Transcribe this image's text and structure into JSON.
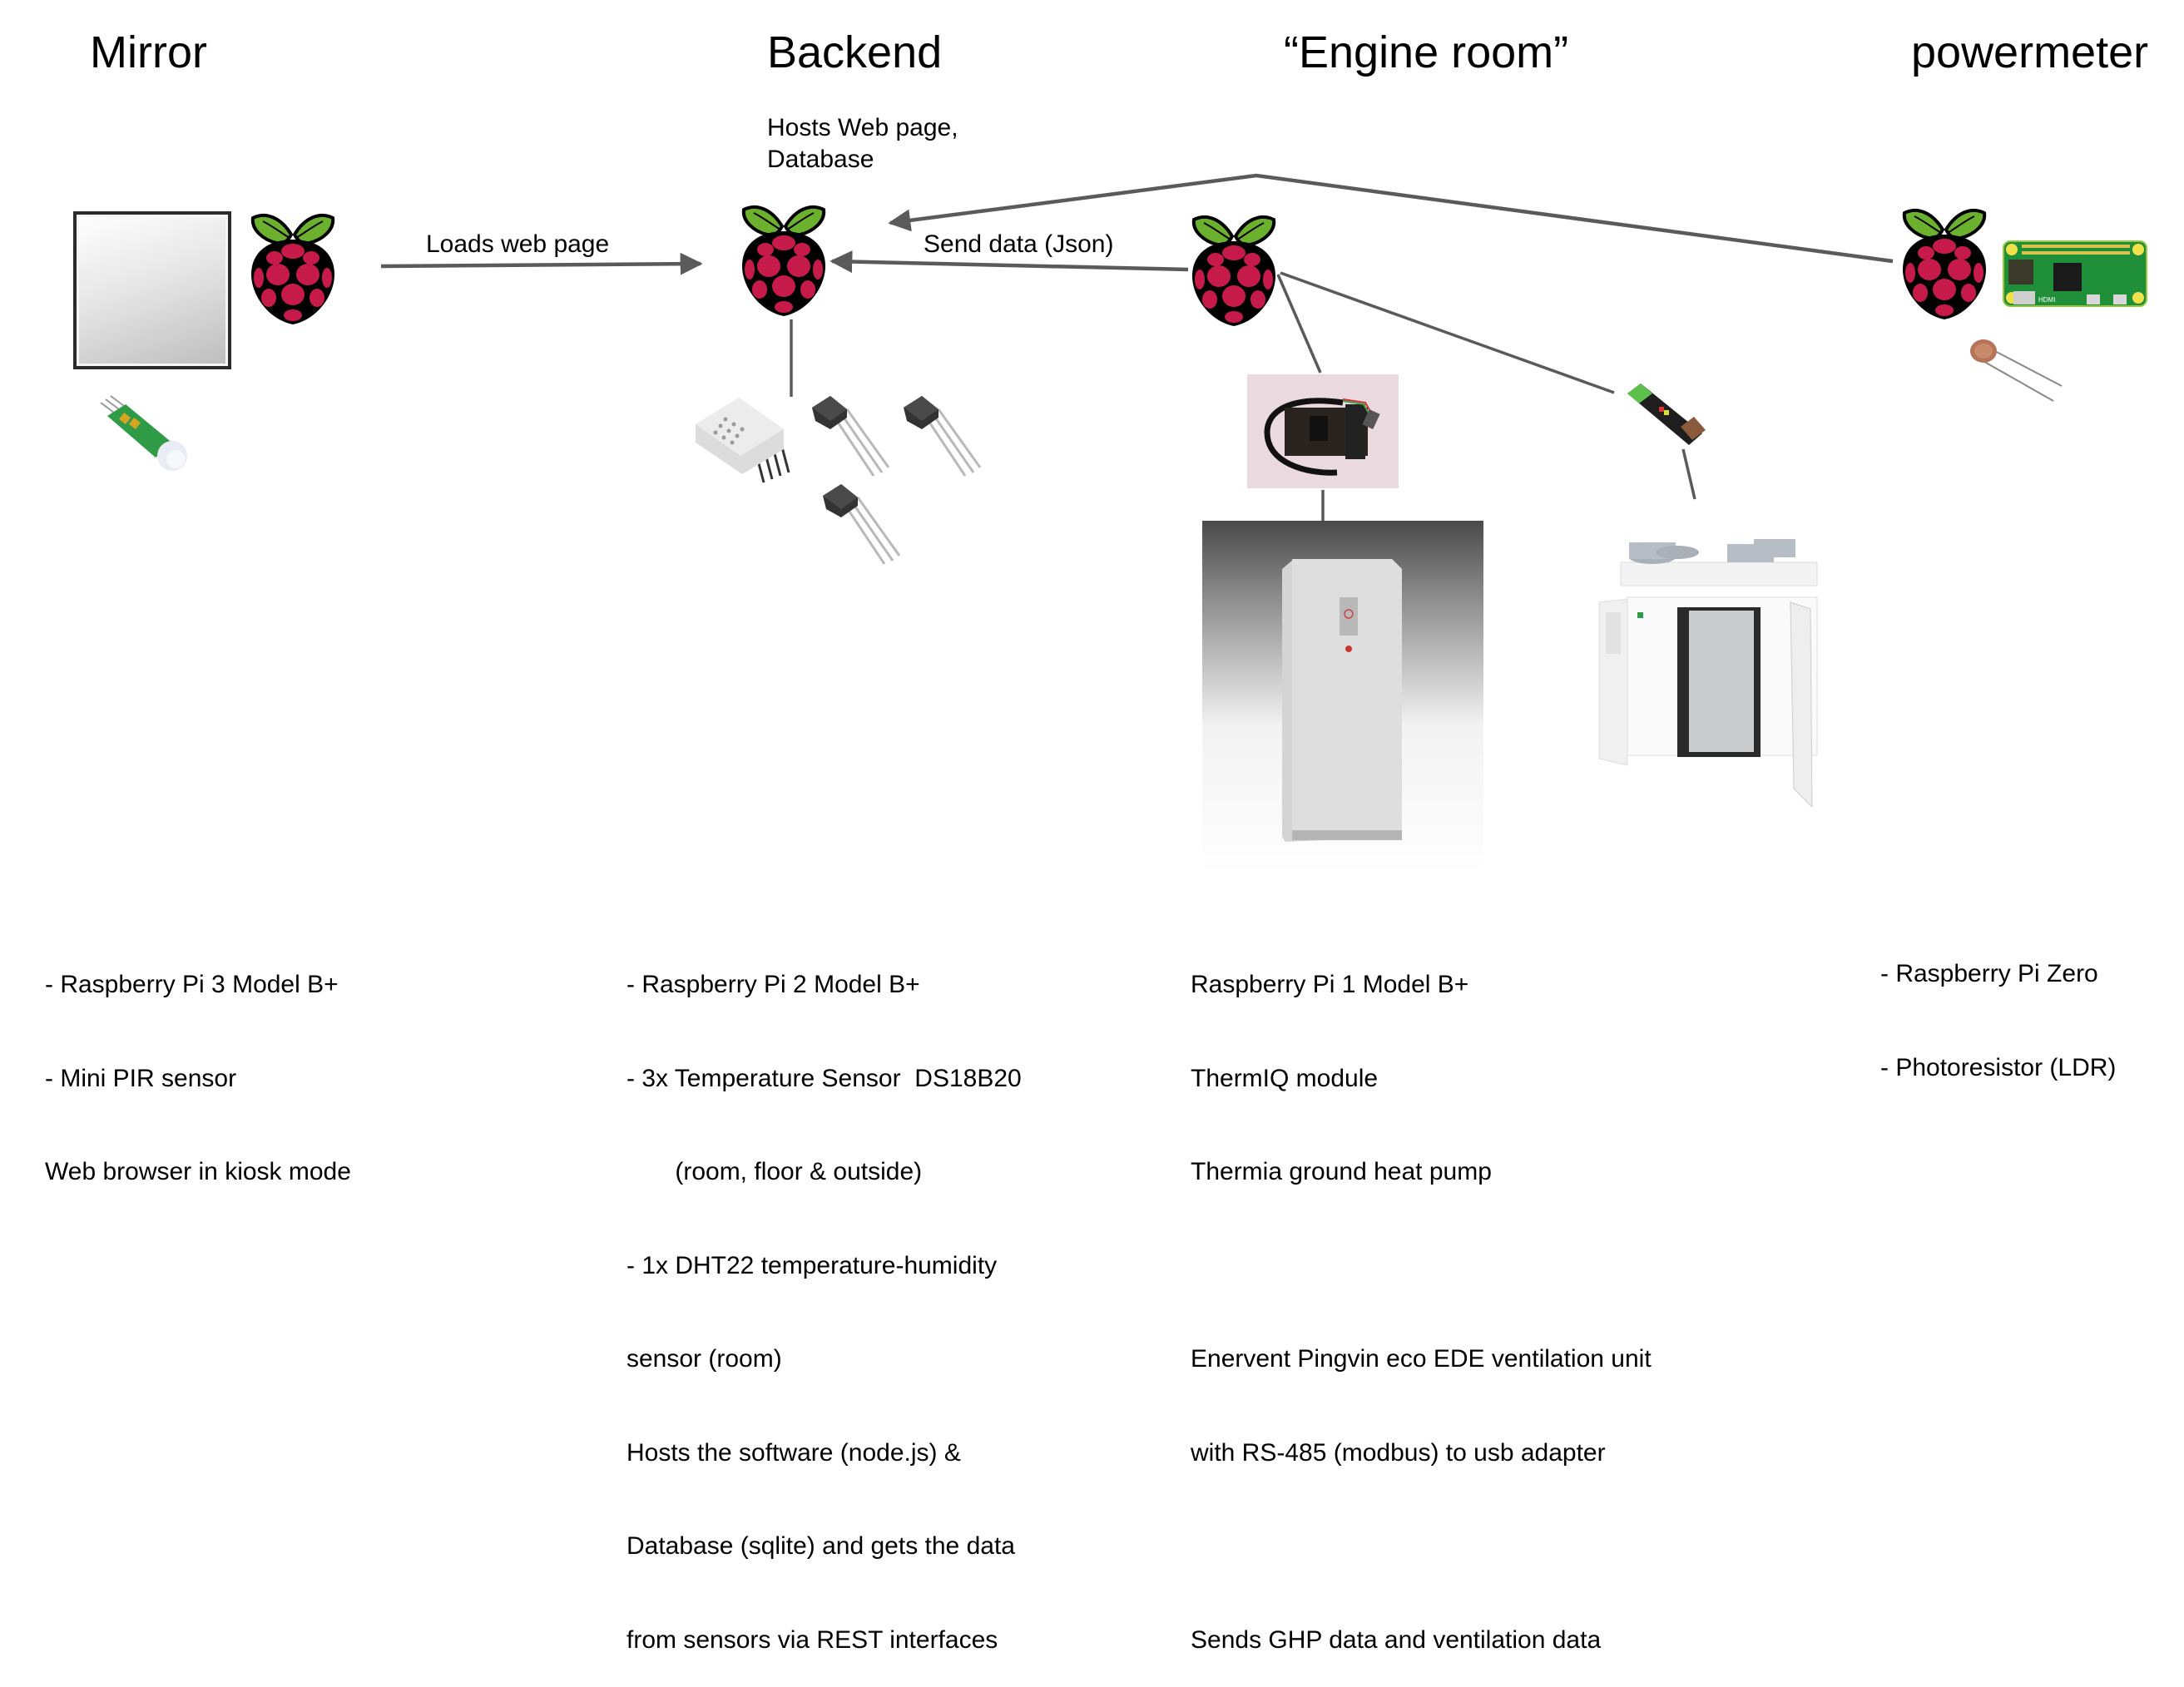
{
  "columns": {
    "mirror": {
      "title": "Mirror",
      "description": [
        "- Raspberry Pi 3 Model B+",
        "- Mini PIR sensor",
        "Web browser in kiosk mode"
      ]
    },
    "backend": {
      "title": "Backend",
      "note": [
        "Hosts Web page,",
        "Database"
      ],
      "description": [
        "- Raspberry Pi 2 Model B+",
        "- 3x Temperature Sensor  DS18B20",
        "       (room, floor & outside)",
        "- 1x DHT22 temperature-humidity",
        "sensor (room)",
        "Hosts the software (node.js) &",
        "Database (sqlite) and gets the data",
        "from sensors via REST interfaces"
      ]
    },
    "engine_room": {
      "title": "“Engine room”",
      "description": [
        "Raspberry Pi 1 Model B+",
        "ThermIQ module",
        "Thermia ground heat pump",
        "",
        "Enervent Pingvin eco EDE ventilation unit",
        "with RS-485 (modbus) to usb adapter",
        "",
        "Sends GHP data and ventilation data"
      ]
    },
    "powermeter": {
      "title": "powermeter",
      "description": [
        "- Raspberry Pi Zero",
        "- Photoresistor (LDR)"
      ]
    }
  },
  "connections": {
    "loads_web_page": "Loads web page",
    "send_data": "Send data (Json)"
  },
  "colors": {
    "line": "#5a5a5a",
    "pi_red": "#c51a4a",
    "pi_green": "#6cb12e",
    "pcb_green": "#1f8f3a"
  },
  "icons": {
    "raspberry_pi": "raspberry-pi-logo",
    "mirror": "mirror-frame",
    "pir": "pir-sensor",
    "dht22": "dht22-sensor",
    "ds18b20": "ds18b20-sensor",
    "thermiq": "thermiq-module",
    "heat_pump": "heat-pump",
    "usb_adapter": "rs485-usb-adapter",
    "ventilation": "ventilation-unit",
    "pi_zero": "pi-zero-board",
    "ldr": "photoresistor"
  }
}
